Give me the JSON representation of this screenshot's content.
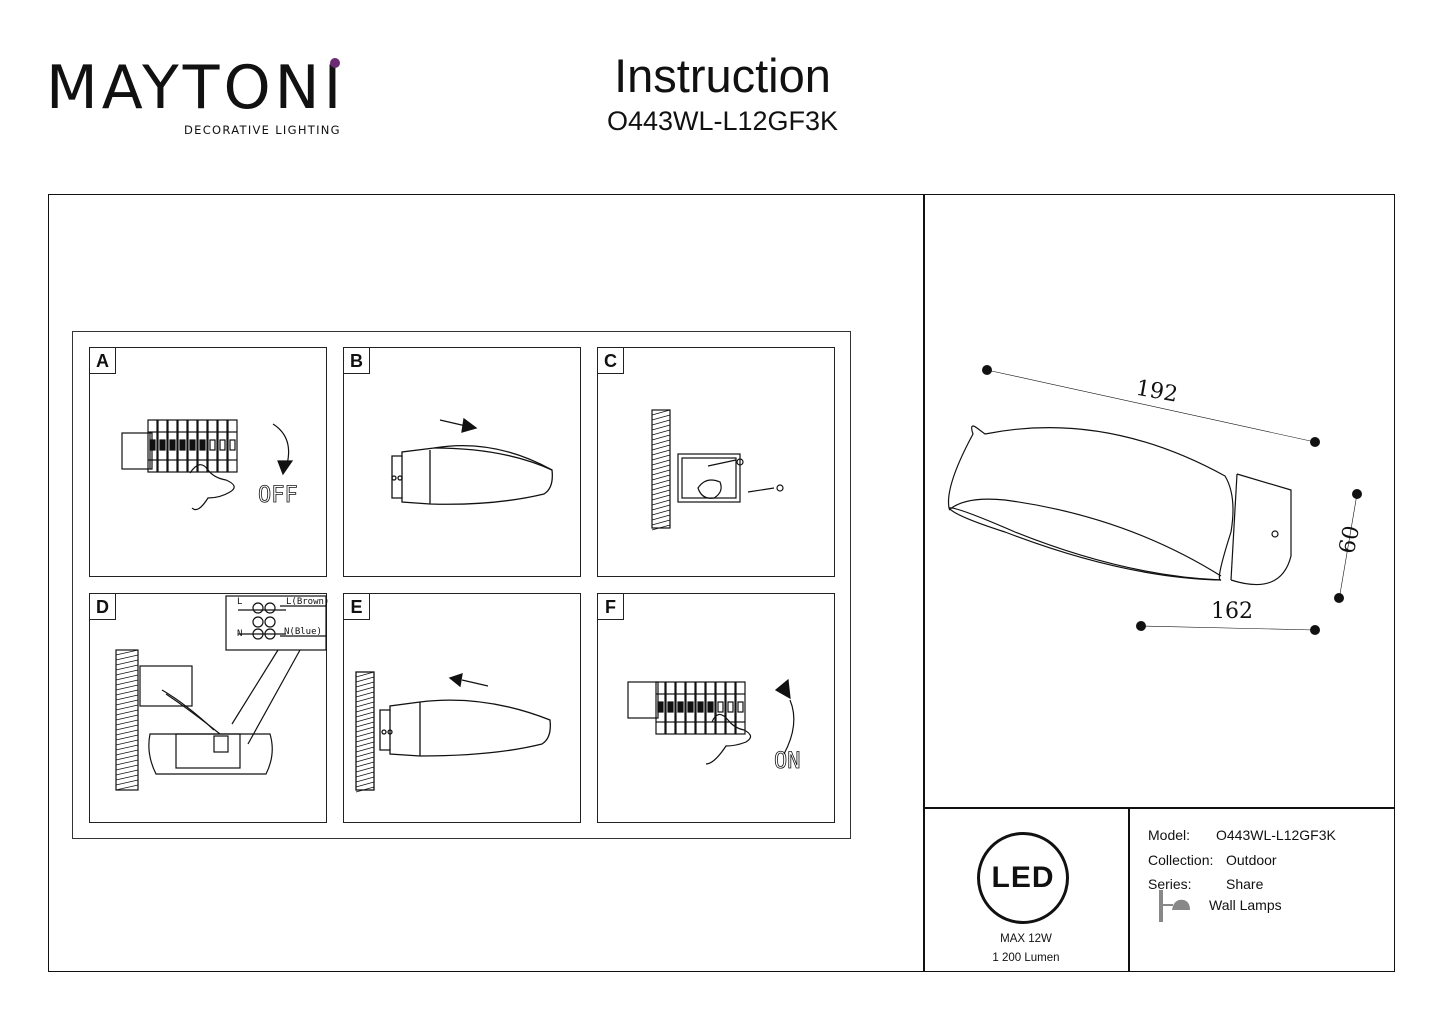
{
  "brand": {
    "name": "MAYTONI",
    "tagline": "DECORATIVE LIGHTING",
    "accent": "#6b2a74"
  },
  "header": {
    "title": "Instruction",
    "model_code": "O443WL-L12GF3K"
  },
  "steps": [
    {
      "letter": "A",
      "label": "OFF"
    },
    {
      "letter": "B"
    },
    {
      "letter": "C"
    },
    {
      "letter": "D",
      "wire_l": "L",
      "wire_n": "N",
      "wire_l_color": "L(Brown)",
      "wire_n_color": "N(Blue)"
    },
    {
      "letter": "E"
    },
    {
      "letter": "F",
      "label": "ON"
    }
  ],
  "dimensions": {
    "length": "192",
    "height": "60",
    "depth": "162"
  },
  "badge": {
    "text": "LED",
    "power": "MAX 12W",
    "lumen": "1 200 Lumen"
  },
  "info": {
    "model_label": "Model:",
    "model_value": "O443WL-L12GF3K",
    "collection_label": "Collection:",
    "collection_value": "Outdoor",
    "series_label": "Series:",
    "series_value": "Share",
    "type_value": "Wall Lamps",
    "type_icon": "wall-lamp-icon"
  }
}
